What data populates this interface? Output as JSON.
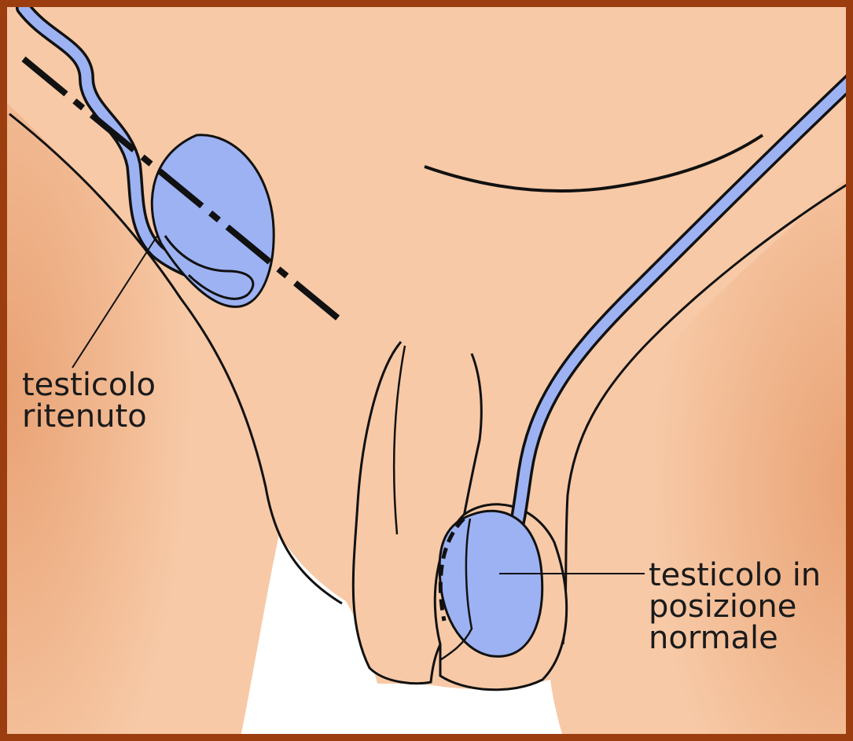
{
  "colors": {
    "frame": "#9c3d0f",
    "skin": "#f7c9a6",
    "skin_shadow": "#eaa77b",
    "testis": "#9db2f3",
    "outline": "#111111",
    "background_gap": "#ffffff"
  },
  "labels": {
    "retained": {
      "line1": "testicolo",
      "line2": "ritenuto"
    },
    "normal": {
      "line1": "testicolo in",
      "line2": "posizione",
      "line3": "normale"
    }
  }
}
